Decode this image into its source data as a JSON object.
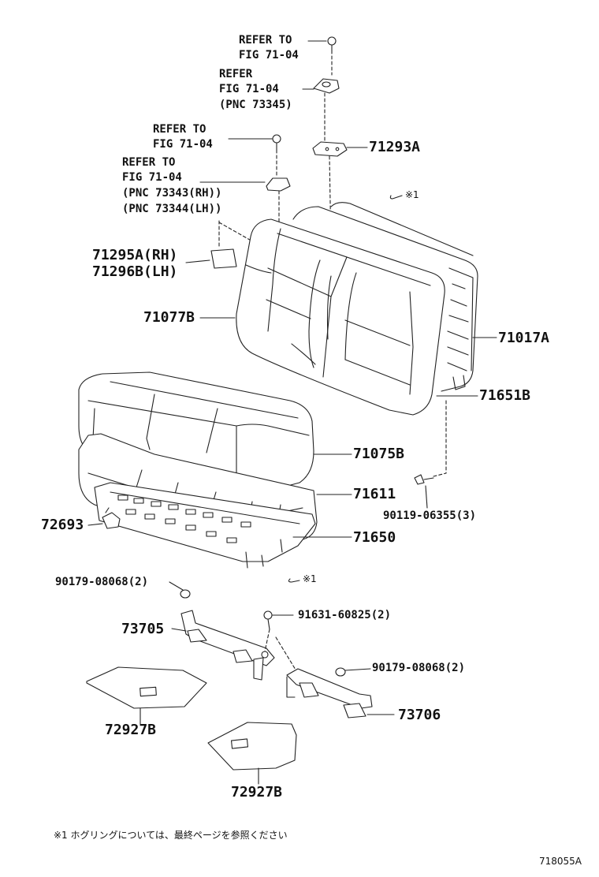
{
  "refers": [
    {
      "line1": "REFER TO",
      "line2": "FIG 71-04"
    },
    {
      "line1": "REFER",
      "line2": "FIG 71-04",
      "line3": "(PNC 73345)"
    },
    {
      "line1": "REFER TO",
      "line2": "FIG 71-04"
    },
    {
      "line1": "REFER TO",
      "line2": "FIG 71-04",
      "line3": "(PNC 73343(RH))",
      "line4": "(PNC 73344(LH))"
    }
  ],
  "parts": {
    "p71293A": "71293A",
    "p71295A": "71295A(RH)",
    "p71296B": "71296B(LH)",
    "p71077B": "71077B",
    "p71017A": "71017A",
    "p71651B": "71651B",
    "p71075B": "71075B",
    "p71611": "71611",
    "p72693": "72693",
    "p90119": "90119-06355(3)",
    "p71650": "71650",
    "p90179a": "90179-08068(2)",
    "p91631": "91631-60825(2)",
    "p73705": "73705",
    "p90179b": "90179-08068(2)",
    "p73706": "73706",
    "p72927B_1": "72927B",
    "p72927B_2": "72927B"
  },
  "marks": {
    "mark1": "※1",
    "mark2": "※1"
  },
  "footnote": "※1 ホグリングについては、最終ページを参照ください",
  "figure_code": "718055A"
}
